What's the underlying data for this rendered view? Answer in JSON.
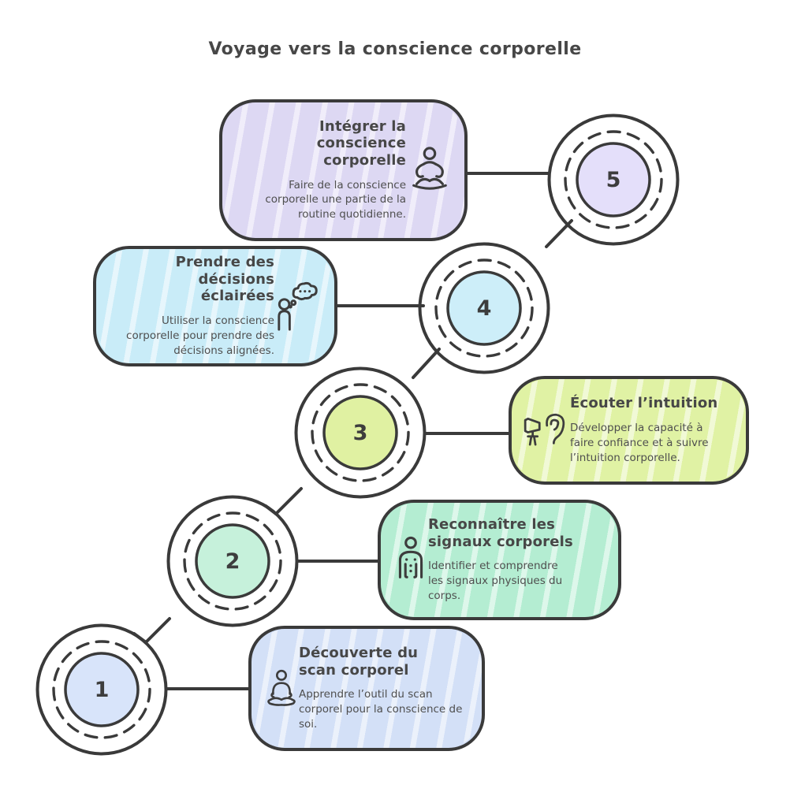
{
  "title": "Voyage vers la conscience corporelle",
  "steps": [
    {
      "number": "1",
      "title": "Découverte du scan corporel",
      "description": "Apprendre l’outil du scan corporel pour la conscience de soi.",
      "icon": "meditation-sitting-icon",
      "card_color": "#d3e0f7",
      "circle_color": "#d8e4fa"
    },
    {
      "number": "2",
      "title": "Reconnaître les signaux corporels",
      "description": "Identifier et comprendre les signaux physiques du corps.",
      "icon": "body-signals-icon",
      "card_color": "#b4edd2",
      "circle_color": "#c6f1db"
    },
    {
      "number": "3",
      "title": "Écouter l’intuition",
      "description": "Développer la capacité à faire confiance et à suivre l’intuition corporelle.",
      "icon": "ear-listening-icon",
      "card_color": "#e0f2a4",
      "circle_color": "#e0f1a2"
    },
    {
      "number": "4",
      "title": "Prendre des décisions éclairées",
      "description": "Utiliser la conscience corporelle pour prendre des décisions alignées.",
      "icon": "thinking-person-icon",
      "card_color": "#c9ecf8",
      "circle_color": "#cdeef9"
    },
    {
      "number": "5",
      "title": "Intégrer la conscience corporelle",
      "description": "Faire de la conscience corporelle une partie de la routine quotidienne.",
      "icon": "meditation-lotus-icon",
      "card_color": "#ddd8f3",
      "circle_color": "#e4dffa"
    }
  ],
  "colors": {
    "outline": "#3a3a3a",
    "title_text": "#474747",
    "body_text": "#4f4f4f",
    "background": "#ffffff"
  }
}
